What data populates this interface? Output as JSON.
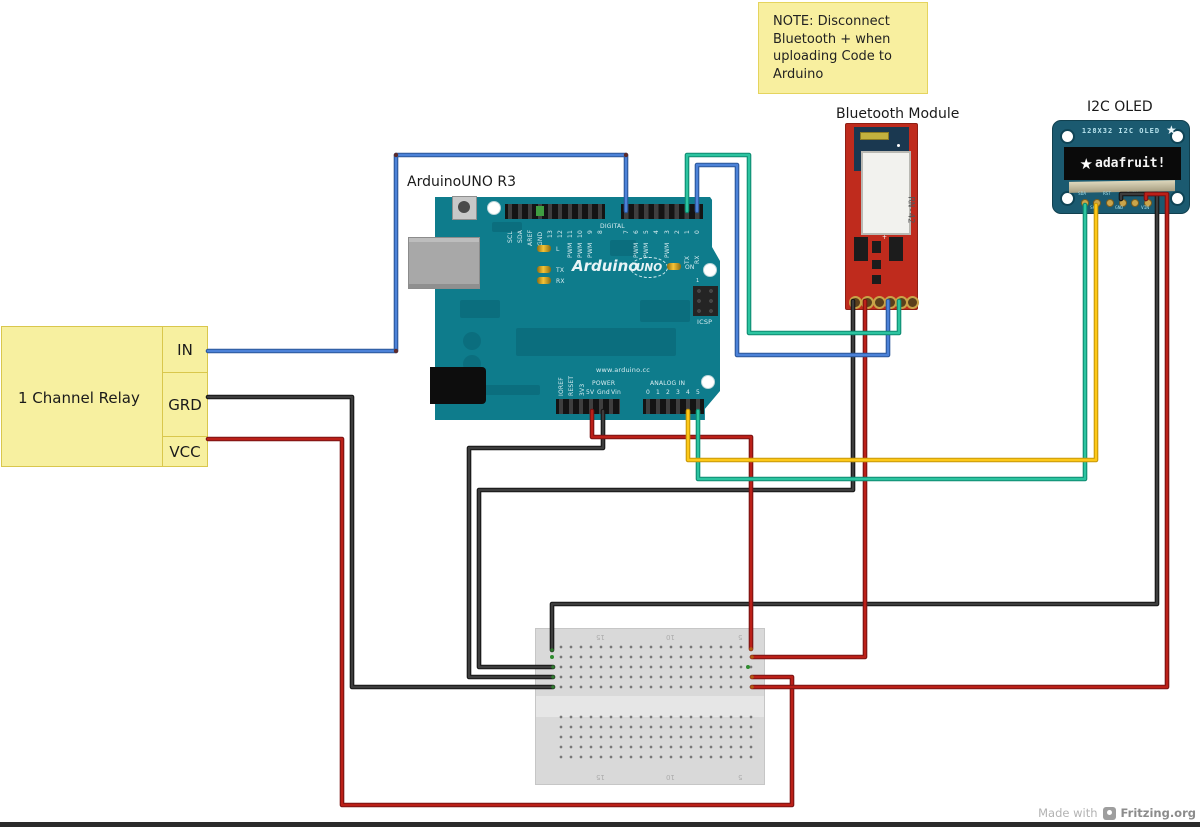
{
  "note": {
    "text": "NOTE: Disconnect Bluetooth + when uploading Code to Arduino"
  },
  "labels": {
    "arduino": "ArduinoUNO R3",
    "bluetooth": "Bluetooth Module",
    "oled": "I2C OLED"
  },
  "relay": {
    "title": "1 Channel Relay",
    "pins": [
      "IN",
      "GRD",
      "VCC"
    ]
  },
  "arduino": {
    "brand": "Arduino",
    "model": "UNO",
    "on_label": "ON",
    "led_labels": [
      "L",
      "TX",
      "RX"
    ],
    "digital_label": "DIGITAL",
    "top_pins_left": [
      "SCL",
      "SDA",
      "AREF",
      "GND",
      "13",
      "12",
      "11",
      "10",
      "9",
      "8"
    ],
    "top_pins_right": [
      "7",
      "6",
      "5",
      "4",
      "3",
      "2",
      "1",
      "0"
    ],
    "tx_label": "TX",
    "rx_label": "RX",
    "pwm_label": "PWM",
    "url": "www.arduino.cc",
    "power_label": "POWER",
    "power_pins_rotated": [
      "IOREF",
      "RESET",
      "3V3"
    ],
    "power_pins_flat": [
      "5V",
      "Gnd",
      "Vin"
    ],
    "analog_label": "ANALOG IN",
    "analog_pins": [
      "0",
      "1",
      "2",
      "3",
      "4",
      "5"
    ],
    "icsp_label": "ICSP",
    "icsp_pin1": "1"
  },
  "bluetooth": {
    "chip": "RN-42",
    "plus_label": "+"
  },
  "oled": {
    "title": "128X32 I2C OLED",
    "screen_text": "adafruit!",
    "pins_top": [
      "SDA",
      "RST",
      "3.3V"
    ],
    "pins_bottom": [
      "SCL",
      "GND",
      "VIN"
    ]
  },
  "breadboard": {
    "column_labels": [
      "15",
      "10",
      "5"
    ]
  },
  "watermark": {
    "made_with": "Made with",
    "brand": "Fritzing.org"
  },
  "icons": {
    "star": "★"
  },
  "colors": {
    "wire_red": "#bb2018",
    "wire_black": "#3d3d3d",
    "wire_blue": "#4c82d8",
    "wire_teal": "#2cc4a0",
    "wire_yellow": "#fdc818",
    "arduino_pcb": "#0e7c8c",
    "bt_pcb": "#bf2b1d",
    "oled_pcb": "#1b5a70",
    "note_bg": "#f8ef9f",
    "relay_bg": "#f7f0a0",
    "breadboard_bg": "#d9d9d9"
  }
}
